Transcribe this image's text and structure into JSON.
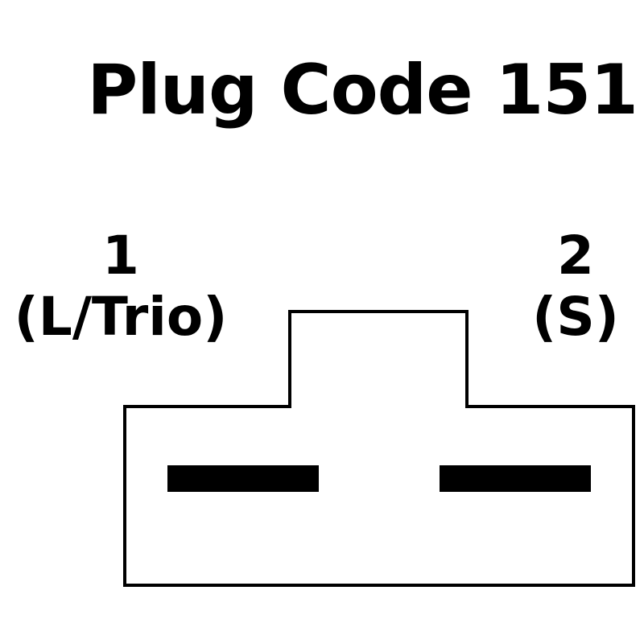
{
  "title": "Plug Code 151",
  "pins": [
    {
      "number": "1",
      "function": "(L/Trio)"
    },
    {
      "number": "2",
      "function": "(S)"
    }
  ],
  "colors": {
    "background": "#ffffff",
    "line": "#000000"
  }
}
